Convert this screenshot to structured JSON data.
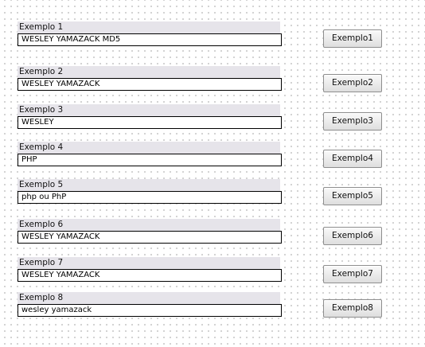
{
  "rows": [
    {
      "label": "Exemplo 1",
      "value": "WESLEY YAMAZACK MD5",
      "button": "Exemplo1"
    },
    {
      "label": "Exemplo 2",
      "value": "WESLEY YAMAZACK",
      "button": "Exemplo2"
    },
    {
      "label": "Exemplo 3",
      "value": "WESLEY",
      "button": "Exemplo3"
    },
    {
      "label": "Exemplo 4",
      "value": "PHP",
      "button": "Exemplo4"
    },
    {
      "label": "Exemplo 5",
      "value": "php ou PhP",
      "button": "Exemplo5"
    },
    {
      "label": "Exemplo 6",
      "value": "WESLEY YAMAZACK",
      "button": "Exemplo6"
    },
    {
      "label": "Exemplo 7",
      "value": "WESLEY YAMAZACK",
      "button": "Exemplo7"
    },
    {
      "label": "Exemplo 8",
      "value": "wesley yamazack",
      "button": "Exemplo8"
    }
  ]
}
